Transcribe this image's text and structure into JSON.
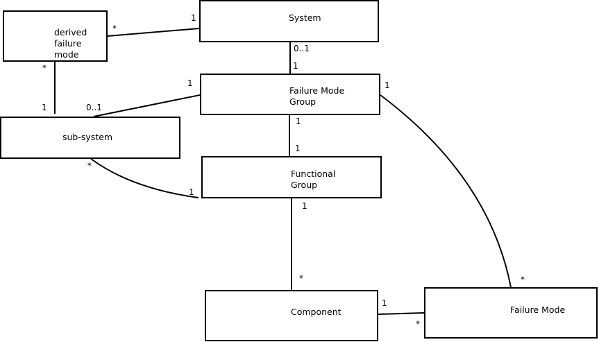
{
  "boxes": {
    "derived_failure_mode": "derived\nfailure\nmode",
    "system": "System",
    "failure_mode_group": "Failure Mode\nGroup",
    "sub_system": "sub-system",
    "functional_group": "Functional\nGroup",
    "component": "Component",
    "failure_mode": "Failure Mode"
  },
  "multiplicities": {
    "derived_to_system_derived_end": "*",
    "derived_to_system_system_end": "1",
    "derived_to_subsystem_derived_end": "*",
    "derived_to_subsystem_subsystem_end": "1",
    "subsystem_to_fmg_subsystem_end": "0..1",
    "subsystem_to_fmg_fmg_end": "1",
    "system_to_fmg_system_end": "0..1",
    "system_to_fmg_fmg_end": "1",
    "fmg_to_failure_mode_fmg_end": "1",
    "fmg_to_fg_fmg_end": "1",
    "fmg_to_fg_fg_end": "1",
    "subsystem_to_fg_subsystem_end": "*",
    "subsystem_to_fg_fg_end": "1",
    "fg_to_component_fg_end": "1",
    "fg_to_component_component_end": "*",
    "fmg_to_failure_mode_fm_end": "*",
    "component_to_fm_component_end": "1",
    "component_to_fm_fm_end": "*"
  },
  "colors": {
    "stroke": "#000000",
    "background": "#ffffff"
  }
}
